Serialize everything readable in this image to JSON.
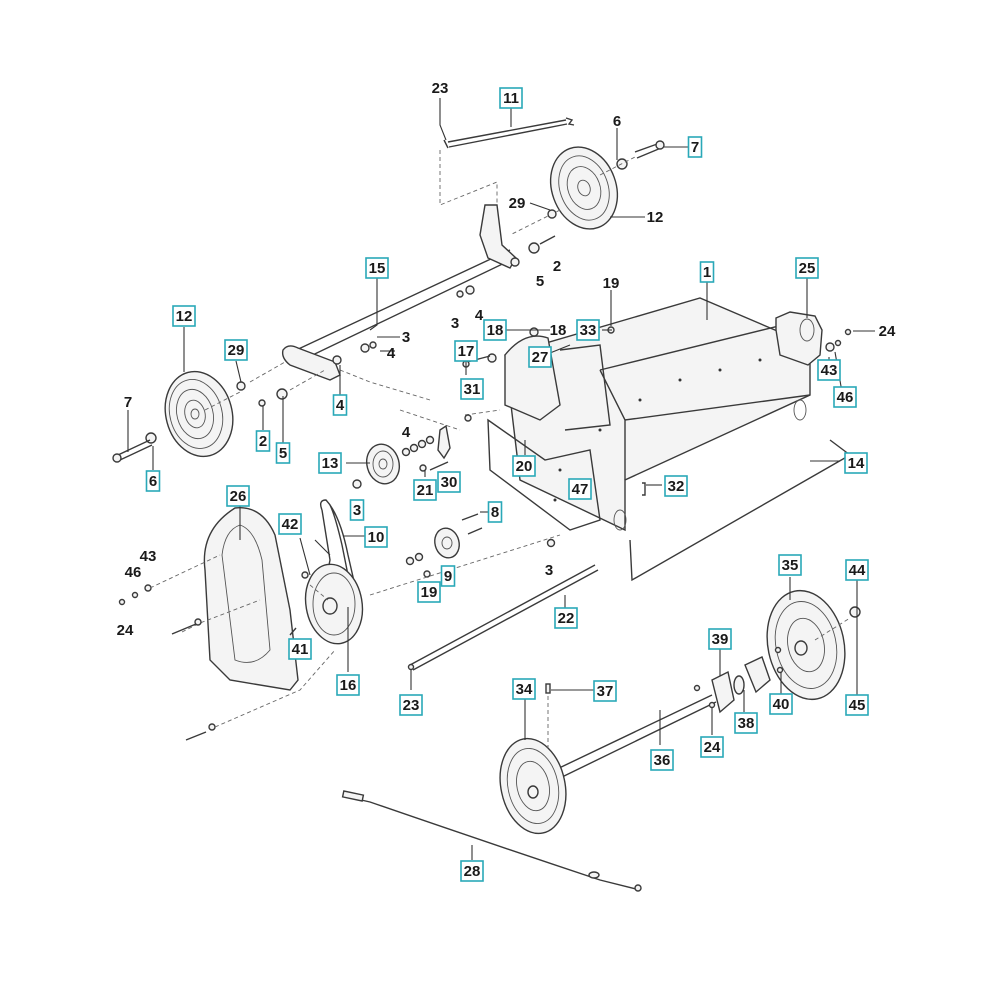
{
  "diagram": {
    "title": "Exploded parts diagram - chassis, wheels and drive",
    "accent_color": "#2aa8b8",
    "callouts": [
      {
        "id": "c1",
        "text": "23",
        "boxed": false
      },
      {
        "id": "c2",
        "text": "11",
        "boxed": true
      },
      {
        "id": "c3",
        "text": "6",
        "boxed": false
      },
      {
        "id": "c4",
        "text": "7",
        "boxed": true
      },
      {
        "id": "c5",
        "text": "29",
        "boxed": false
      },
      {
        "id": "c6",
        "text": "12",
        "boxed": false
      },
      {
        "id": "c7",
        "text": "2",
        "boxed": false
      },
      {
        "id": "c8",
        "text": "5",
        "boxed": false
      },
      {
        "id": "c9",
        "text": "15",
        "boxed": true
      },
      {
        "id": "c10",
        "text": "1",
        "boxed": true
      },
      {
        "id": "c11",
        "text": "19",
        "boxed": false
      },
      {
        "id": "c12",
        "text": "25",
        "boxed": true
      },
      {
        "id": "c13",
        "text": "24",
        "boxed": false
      },
      {
        "id": "c14",
        "text": "12",
        "boxed": true
      },
      {
        "id": "c15",
        "text": "29",
        "boxed": true
      },
      {
        "id": "c16",
        "text": "3",
        "boxed": false
      },
      {
        "id": "c17",
        "text": "4",
        "boxed": false
      },
      {
        "id": "c18",
        "text": "3",
        "boxed": false
      },
      {
        "id": "c19",
        "text": "4",
        "boxed": false
      },
      {
        "id": "c20",
        "text": "18",
        "boxed": true
      },
      {
        "id": "c21",
        "text": "18",
        "boxed": false
      },
      {
        "id": "c22",
        "text": "33",
        "boxed": true
      },
      {
        "id": "c23",
        "text": "17",
        "boxed": true
      },
      {
        "id": "c24",
        "text": "27",
        "boxed": true
      },
      {
        "id": "c25",
        "text": "43",
        "boxed": true
      },
      {
        "id": "c26",
        "text": "46",
        "boxed": true
      },
      {
        "id": "c27",
        "text": "31",
        "boxed": true
      },
      {
        "id": "c28",
        "text": "4",
        "boxed": true
      },
      {
        "id": "c29",
        "text": "7",
        "boxed": false
      },
      {
        "id": "c30",
        "text": "2",
        "boxed": true
      },
      {
        "id": "c31",
        "text": "5",
        "boxed": true
      },
      {
        "id": "c32",
        "text": "4",
        "boxed": false
      },
      {
        "id": "c33",
        "text": "6",
        "boxed": true
      },
      {
        "id": "c34",
        "text": "13",
        "boxed": true
      },
      {
        "id": "c35",
        "text": "20",
        "boxed": true
      },
      {
        "id": "c36",
        "text": "14",
        "boxed": true
      },
      {
        "id": "c37",
        "text": "21",
        "boxed": true
      },
      {
        "id": "c38",
        "text": "30",
        "boxed": true
      },
      {
        "id": "c39",
        "text": "47",
        "boxed": true
      },
      {
        "id": "c40",
        "text": "32",
        "boxed": true
      },
      {
        "id": "c41",
        "text": "3",
        "boxed": true
      },
      {
        "id": "c42",
        "text": "26",
        "boxed": true
      },
      {
        "id": "c43",
        "text": "8",
        "boxed": true
      },
      {
        "id": "c44",
        "text": "42",
        "boxed": true
      },
      {
        "id": "c45",
        "text": "10",
        "boxed": true
      },
      {
        "id": "c46",
        "text": "43",
        "boxed": false
      },
      {
        "id": "c47",
        "text": "46",
        "boxed": false
      },
      {
        "id": "c48",
        "text": "9",
        "boxed": true
      },
      {
        "id": "c49",
        "text": "19",
        "boxed": true
      },
      {
        "id": "c50",
        "text": "3",
        "boxed": false
      },
      {
        "id": "c51",
        "text": "24",
        "boxed": false
      },
      {
        "id": "c52",
        "text": "22",
        "boxed": true
      },
      {
        "id": "c53",
        "text": "35",
        "boxed": true
      },
      {
        "id": "c54",
        "text": "44",
        "boxed": true
      },
      {
        "id": "c55",
        "text": "41",
        "boxed": true
      },
      {
        "id": "c56",
        "text": "39",
        "boxed": true
      },
      {
        "id": "c57",
        "text": "16",
        "boxed": true
      },
      {
        "id": "c58",
        "text": "34",
        "boxed": true
      },
      {
        "id": "c59",
        "text": "37",
        "boxed": true
      },
      {
        "id": "c60",
        "text": "23",
        "boxed": true
      },
      {
        "id": "c61",
        "text": "38",
        "boxed": true
      },
      {
        "id": "c62",
        "text": "40",
        "boxed": true
      },
      {
        "id": "c63",
        "text": "45",
        "boxed": true
      },
      {
        "id": "c64",
        "text": "24",
        "boxed": true
      },
      {
        "id": "c65",
        "text": "36",
        "boxed": true
      },
      {
        "id": "c66",
        "text": "28",
        "boxed": true
      }
    ]
  }
}
